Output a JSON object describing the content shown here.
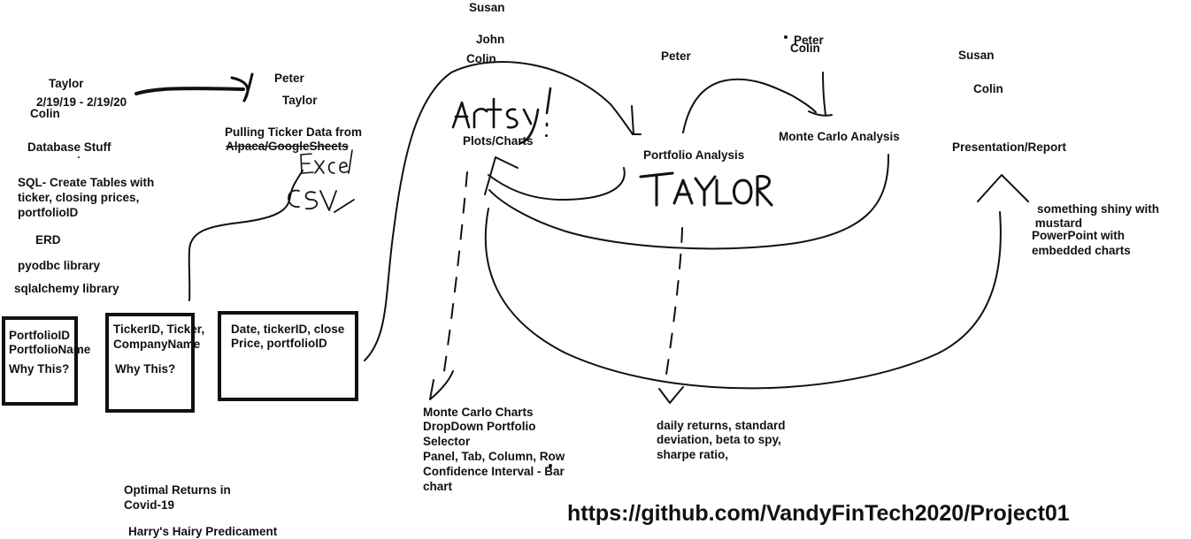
{
  "colors": {
    "ink": "#111111",
    "background": "#ffffff"
  },
  "names": {
    "susan_top": "Susan",
    "john": "John",
    "colin_plots": "Colin",
    "peter_portfolio": "Peter",
    "peter_mc": "Peter",
    "colin_mc": "Colin",
    "susan_right": "Susan",
    "colin_right": "Colin",
    "taylor_left": "Taylor",
    "colin_left": "Colin",
    "peter_left": "Peter",
    "taylor_pull": "Taylor"
  },
  "timeline": {
    "date_range": "2/19/19 - 2/19/20"
  },
  "database": {
    "title": "Database Stuff",
    "sql_lines": [
      "SQL- Create Tables with",
      "ticker, closing prices,",
      "portfolioID"
    ],
    "erd": "ERD",
    "pyodbc": "pyodbc library",
    "sqlalchemy": "sqlalchemy library"
  },
  "pulling": {
    "lines": [
      "Pulling Ticker Data from",
      "Alpaca/GoogleSheets"
    ],
    "handwritten_excel": "Excel",
    "handwritten_csv": "CSV"
  },
  "tables": {
    "portfolio": {
      "lines": [
        "PortfolioID",
        "PortfolioName"
      ],
      "question": "Why This?"
    },
    "ticker": {
      "lines": [
        "TickerID, Ticker,",
        "CompanyName"
      ],
      "question": "Why This?"
    },
    "prices": {
      "lines": [
        "Date, tickerID, close",
        "Price, portfolioID"
      ]
    }
  },
  "plots": {
    "title": "Plots/Charts",
    "handwritten": "Artsy!"
  },
  "portfolio_analysis": {
    "title": "Portfolio Analysis",
    "handwritten": "TAYLOR"
  },
  "monte_carlo": {
    "title": "Monte Carlo Analysis"
  },
  "presentation": {
    "title": "Presentation/Report"
  },
  "shiny": {
    "lines": [
      "something shiny with",
      " mustard"
    ],
    "ppt_lines": [
      "PowerPoint with",
      "embedded charts"
    ]
  },
  "mc_charts": {
    "lines": [
      "Monte Carlo Charts",
      "DropDown Portfolio",
      "Selector",
      "Panel, Tab, Column, Row",
      "Confidence Interval - Bar",
      "chart"
    ]
  },
  "returns": {
    "lines": [
      "daily returns, standard",
      "deviation, beta to spy,",
      "sharpe ratio,"
    ]
  },
  "project": {
    "title_lines": [
      "Optimal Returns in",
      "Covid-19"
    ],
    "subtitle": "Harry's Hairy Predicament"
  },
  "url": "https://github.com/VandyFinTech2020/Project01"
}
